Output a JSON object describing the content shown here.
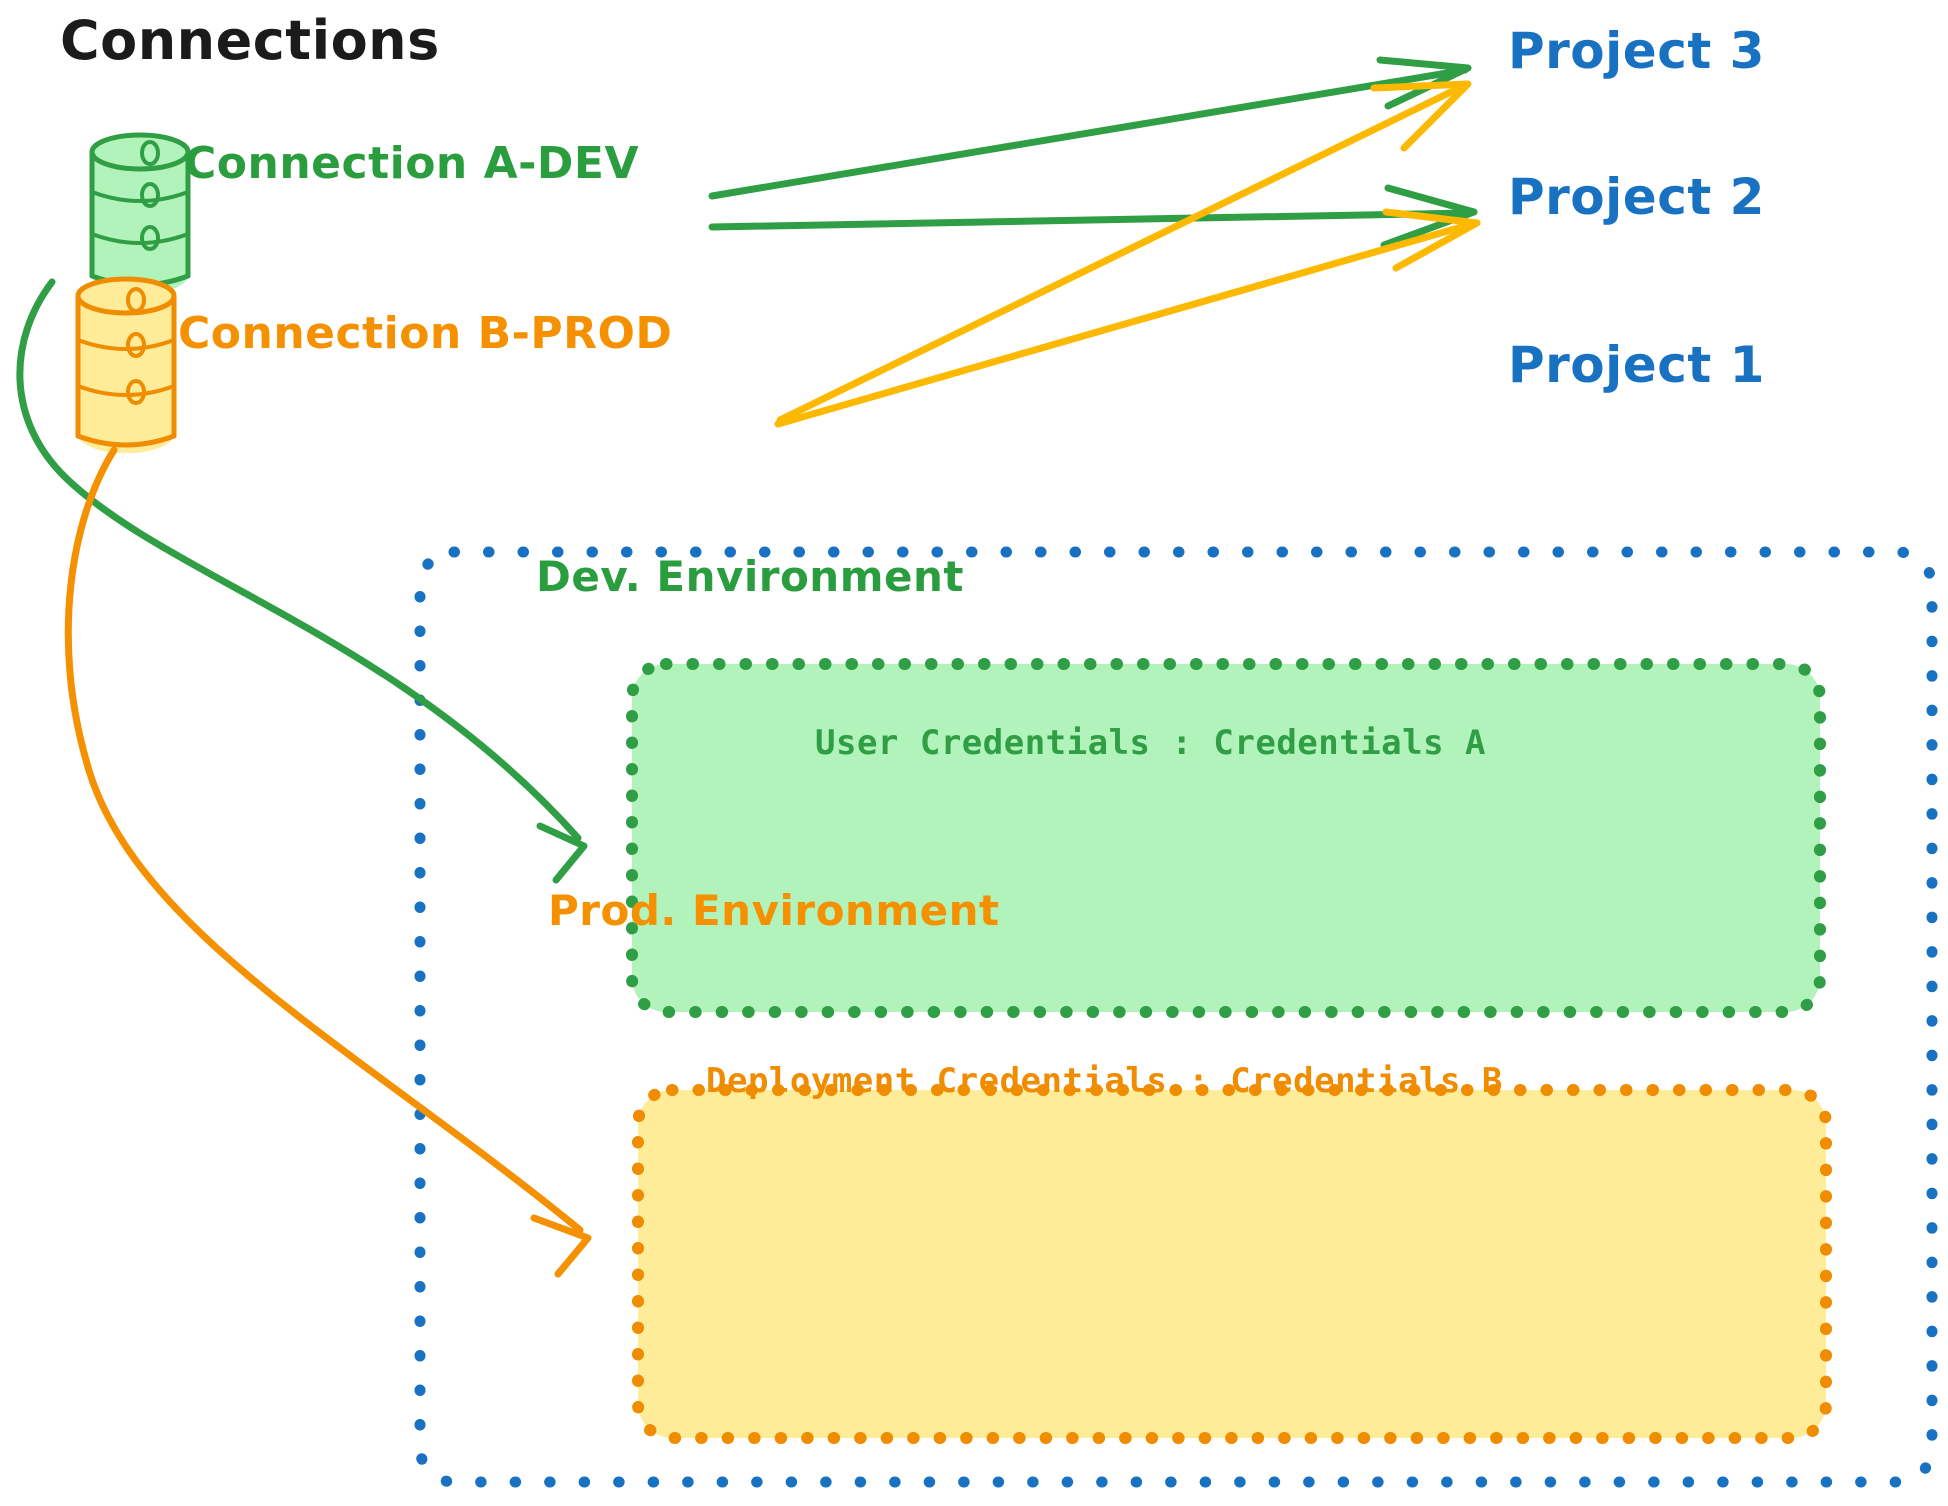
{
  "diagram": {
    "title": "Connections",
    "colors": {
      "green": "#2f9e44",
      "green_fill": "#b2f2bb",
      "orange": "#f08c00",
      "orange_fill": "#ffec99",
      "blue": "#1971c2",
      "title_black": "#1b1b1b"
    }
  },
  "connections": [
    {
      "id": "connection-a-dev",
      "label": "Connection A-DEV",
      "color": "#2f9e44",
      "icon": "database-cylinder-icon",
      "targets": [
        "Project 3",
        "Project 2",
        "Dev. Environment"
      ]
    },
    {
      "id": "connection-b-prod",
      "label": "Connection B-PROD",
      "color": "#f08c00",
      "icon": "database-cylinder-icon",
      "targets": [
        "Project 3",
        "Project 2",
        "Prod. Environment"
      ]
    }
  ],
  "projects": [
    {
      "id": "project-3",
      "label": "Project 3"
    },
    {
      "id": "project-2",
      "label": "Project 2"
    },
    {
      "id": "project-1",
      "label": "Project 1"
    }
  ],
  "project_1_box": {
    "border_style": "dotted",
    "border_color": "#1971c2",
    "environments": [
      {
        "id": "dev-environment",
        "label": "Dev. Environment",
        "credentials_label": "User Credentials : Credentials A",
        "border_color": "#2f9e44",
        "fill_color": "#b2f2bb"
      },
      {
        "id": "prod-environment",
        "label": "Prod. Environment",
        "credentials_label": "Deployment Credentials : Credentials B",
        "border_color": "#f08c00",
        "fill_color": "#ffec99"
      }
    ]
  }
}
